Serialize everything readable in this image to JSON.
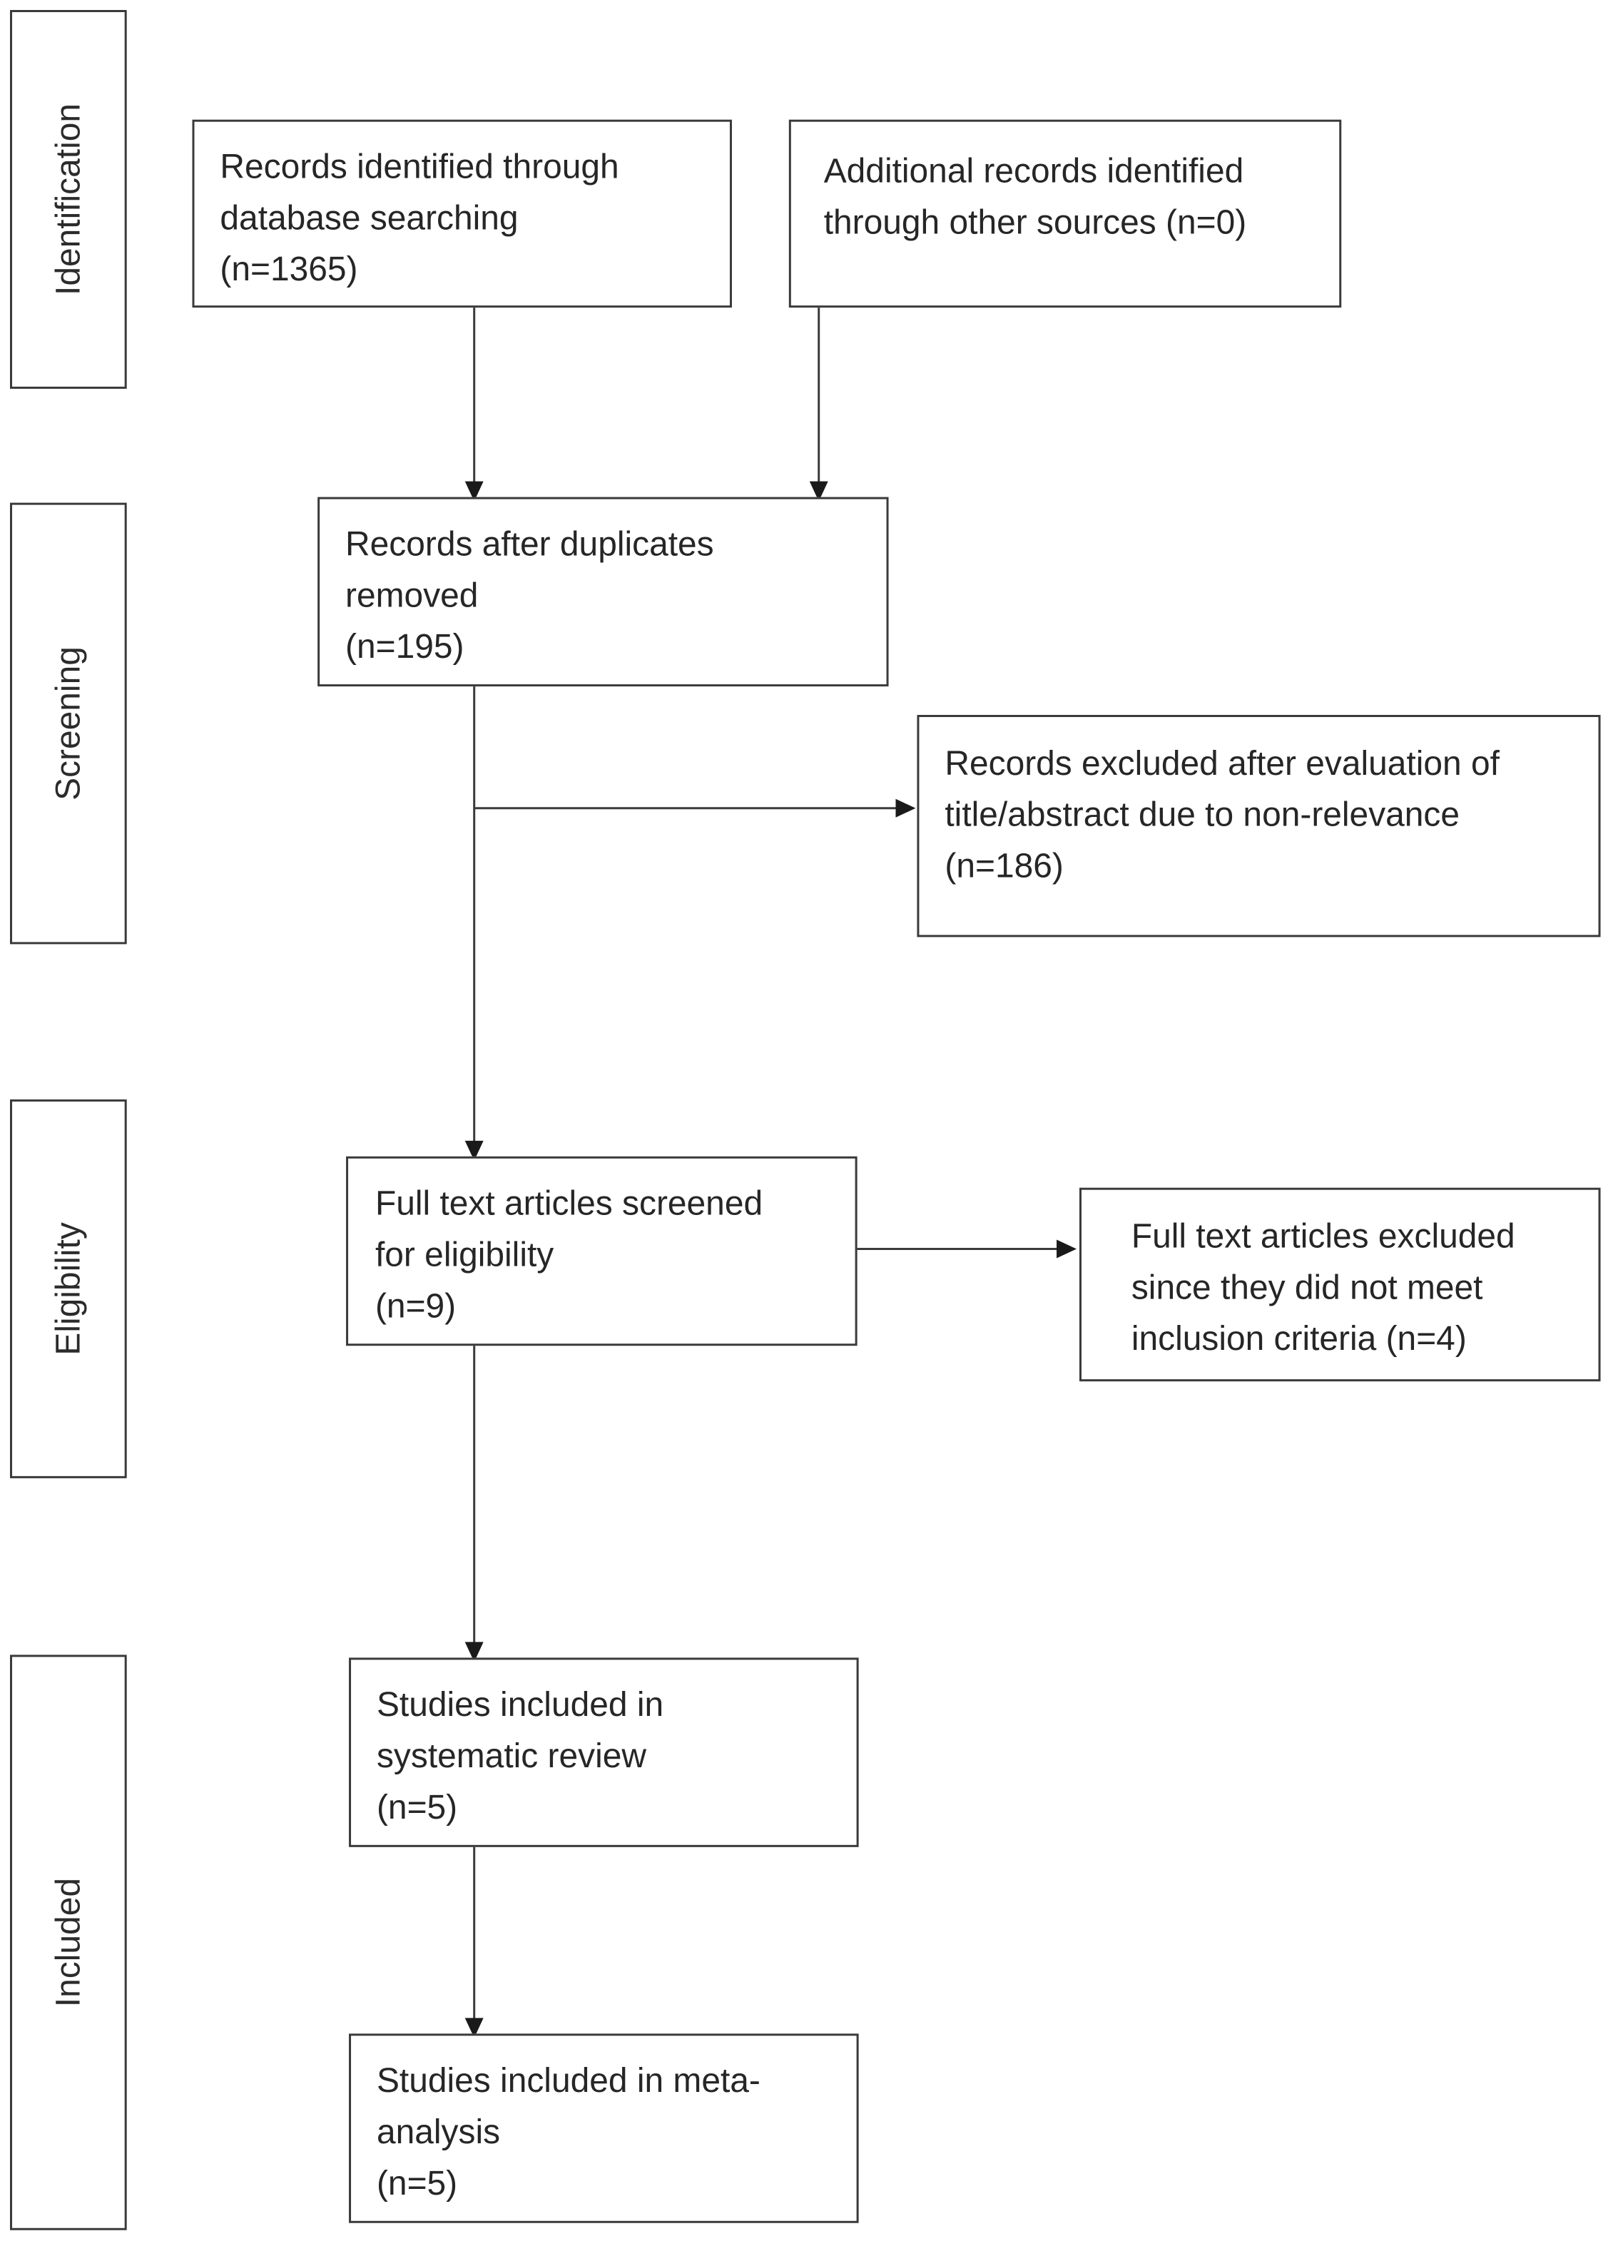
{
  "phases": [
    {
      "key": "identification",
      "label": "Identification"
    },
    {
      "key": "screening",
      "label": "Screening"
    },
    {
      "key": "eligibility",
      "label": "Eligibility"
    },
    {
      "key": "included",
      "label": "Included"
    }
  ],
  "boxes": {
    "db_search": {
      "lines": [
        "Records identified through",
        "database searching",
        "(n=1365)"
      ]
    },
    "other_sources": {
      "lines": [
        "Additional records identified",
        "through other sources (n=0)"
      ]
    },
    "after_duplicates": {
      "lines": [
        "Records after duplicates",
        "removed",
        "(n=195)"
      ]
    },
    "excluded_title": {
      "lines": [
        "Records excluded after evaluation of",
        "title/abstract due to non-relevance",
        "(n=186)"
      ]
    },
    "fulltext_screened": {
      "lines": [
        "Full text articles screened",
        "for eligibility",
        "(n=9)"
      ]
    },
    "fulltext_excluded": {
      "lines": [
        "Full text articles excluded",
        "since they did not meet",
        "inclusion criteria (n=4)"
      ]
    },
    "systematic_review": {
      "lines": [
        "Studies included in",
        "systematic review",
        "(n=5)"
      ]
    },
    "meta_analysis": {
      "lines": [
        "Studies included in meta-",
        "analysis",
        "(n=5)"
      ]
    }
  },
  "colors": {
    "stroke": "#3a3a3a",
    "text": "#262626"
  }
}
